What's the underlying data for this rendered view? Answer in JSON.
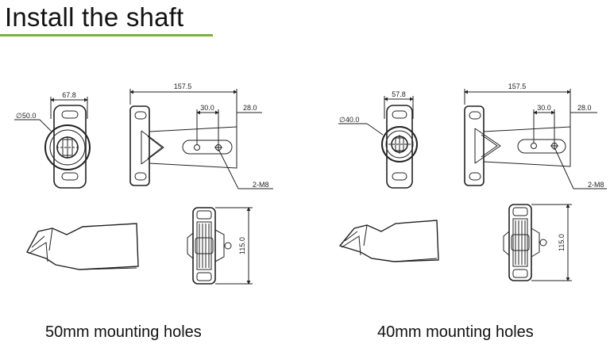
{
  "title": "Install the shaft",
  "variants": [
    {
      "caption": "50mm mounting holes",
      "hole_diameter_label": "∅50.0",
      "plate_width_label": "67.8",
      "arm_length_label": "157.5",
      "hole_spacing_label": "30.0",
      "hole_offset_label": "28.0",
      "screw_label": "2-M8",
      "height_label": "115.0"
    },
    {
      "caption": "40mm mounting holes",
      "hole_diameter_label": "∅40.0",
      "plate_width_label": "57.8",
      "arm_length_label": "157.5",
      "hole_spacing_label": "30.0",
      "hole_offset_label": "28.0",
      "screw_label": "2-M8",
      "height_label": "115.0"
    }
  ],
  "colors": {
    "accent_rule": "#7ab33a",
    "line": "#222222"
  }
}
